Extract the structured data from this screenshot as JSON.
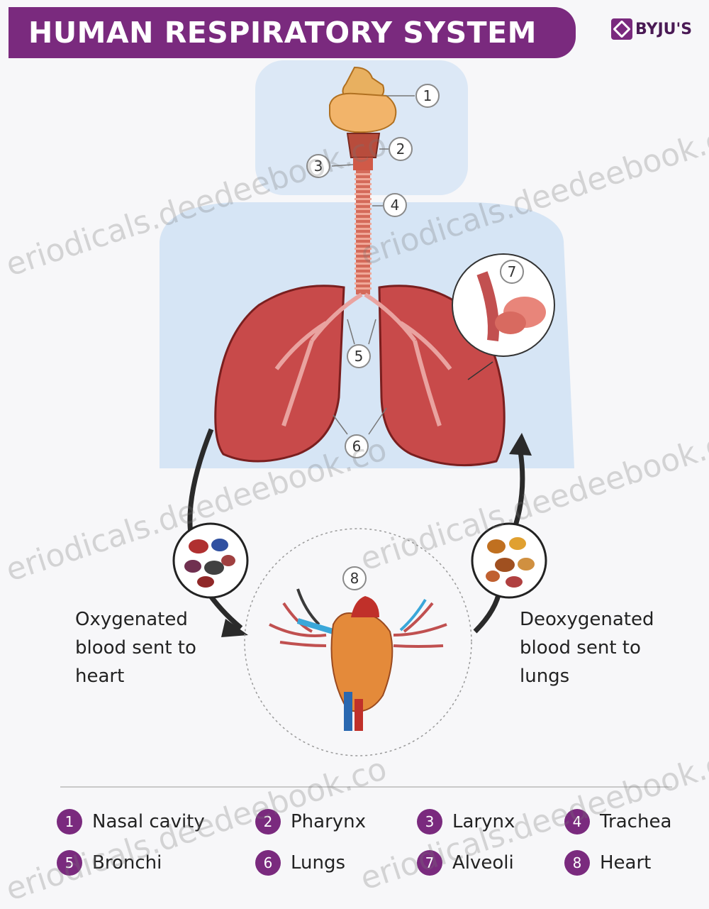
{
  "header": {
    "title": "HUMAN RESPIRATORY SYSTEM",
    "brand": "BYJU'S"
  },
  "callouts": {
    "c1": "1",
    "c2": "2",
    "c3": "3",
    "c4": "4",
    "c5": "5",
    "c6": "6",
    "c7": "7",
    "c8": "8"
  },
  "captions": {
    "oxygenated": "Oxygenated\nblood sent to\nheart",
    "deoxygenated": "Deoxygenated\nblood sent to\nlungs"
  },
  "legend": [
    {
      "number": "1",
      "label": "Nasal cavity"
    },
    {
      "number": "2",
      "label": "Pharynx"
    },
    {
      "number": "3",
      "label": "Larynx"
    },
    {
      "number": "4",
      "label": "Trachea"
    },
    {
      "number": "5",
      "label": "Bronchi"
    },
    {
      "number": "6",
      "label": "Lungs"
    },
    {
      "number": "7",
      "label": "Alveoli"
    },
    {
      "number": "8",
      "label": "Heart"
    }
  ],
  "watermark": "eriodicals.deedeebook.co",
  "colors": {
    "accent": "#7a2a7e",
    "lung": "#c84a4a",
    "body_silhouette": "#d7e6f6",
    "oxygenated": "#d73a3a",
    "deoxygenated": "#3aa7d9"
  }
}
